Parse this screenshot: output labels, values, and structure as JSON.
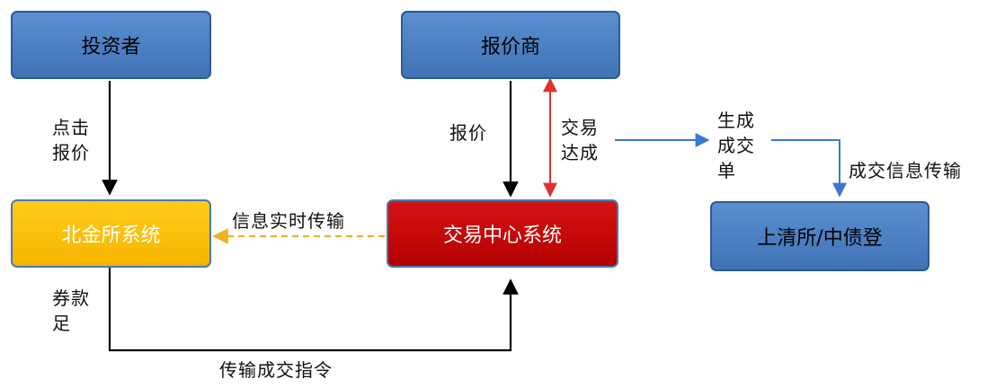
{
  "nodes": {
    "investor": "投资者",
    "quoter": "报价商",
    "bjex_system": "北金所系统",
    "trading_center_system": "交易中心系统",
    "clearing": "上清所/中债登"
  },
  "edge_labels": {
    "click_quote": "点击\n报价",
    "quote": "报价",
    "trade_concluded": "交易\n达成",
    "generate_trade_ticket": "生成\n成交\n单",
    "trade_info_transfer": "成交信息传输",
    "realtime_info_transfer": "信息实时传输",
    "bonds_funds_sufficient": "券款\n足",
    "transmit_trade_instruction": "传输成交指令"
  },
  "colors": {
    "blue_box": "#4a7fc1",
    "gold_box": "#f8ba00",
    "red_box": "#c00000",
    "red_arrow": "#e03030",
    "blue_arrow": "#3a78d0",
    "dashed_arrow": "#f0b020"
  }
}
